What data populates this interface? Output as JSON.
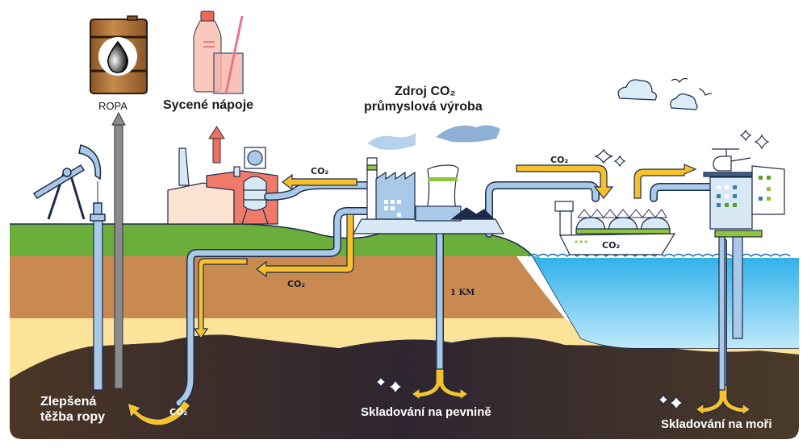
{
  "labels": {
    "oil": "ROPA",
    "beverages": "Sycené nápoje",
    "source_line1": "Zdroj CO₂",
    "source_line2": "průmyslová výroba",
    "enhanced_oil_line1": "Zlepšená",
    "enhanced_oil_line2": "těžba ropy",
    "onshore_storage": "Skladování na pevnině",
    "offshore_storage": "Skladování na moři",
    "depth": "1 KM"
  },
  "co2_tags": {
    "to_beverage_plant": "CO₂",
    "underground_left": "CO₂",
    "eor_injection": "CO₂",
    "to_ship": "CO₂",
    "ship_hull": "CO₂"
  },
  "colors": {
    "grass": "#6cae3c",
    "clay": "#c98a52",
    "sand": "#fbe39a",
    "rock": "#3b2c2a",
    "sea": "#4fc3ee",
    "pipe": "#a9c9e8",
    "flow_arrow": "#f6c12c",
    "outline": "#1d2b48"
  }
}
